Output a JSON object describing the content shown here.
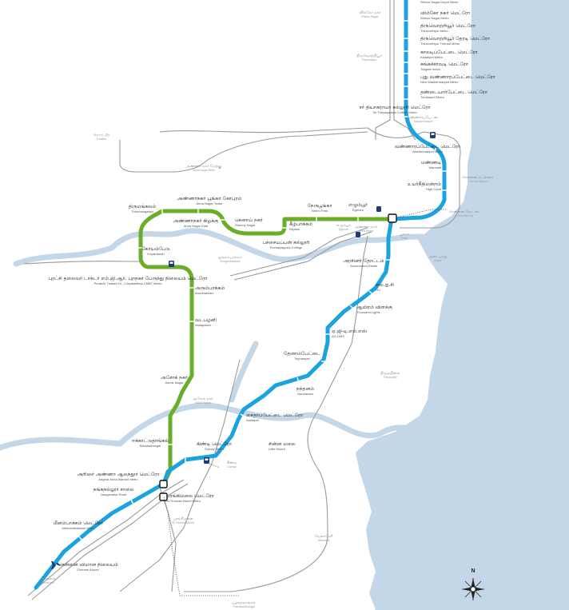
{
  "colors": {
    "sea": "#c3d7e8",
    "river": "#c3d7e8",
    "blue_line": "#1aa3dc",
    "green_line": "#6aad2a",
    "rail": "#9a9a9a",
    "stop_tick": "#ffffff",
    "text": "#222222"
  },
  "stations": [
    {
      "id": "wimco",
      "ta": "",
      "en": "Wimco Nagar Depot Metro"
    },
    {
      "id": "wimconagar",
      "ta": "விம்கோ நகர் மெட்ரோ",
      "en": "Wimco Nagar Metro"
    },
    {
      "id": "thiruvottiyur",
      "ta": "திருவொற்றியூர் மெட்ரோ",
      "en": "Thiruvottriyur Metro"
    },
    {
      "id": "theradi",
      "ta": "திருவொற்றியூர் தேரடி மெட்ரோ",
      "en": "Thiruvottriyur Theradi Metro"
    },
    {
      "id": "kaladipet",
      "ta": "காலடிப்பேட்டை மெட்ரோ",
      "en": "Kaladipet Metro"
    },
    {
      "id": "tollgate",
      "ta": "சுங்கச்சாவடி மெட்ரோ",
      "en": "Tollgate metro"
    },
    {
      "id": "washermanpet_new",
      "ta": "புது வண்ணாரப்பேட்டை மெட்ரோ",
      "en": "New Washermanpet Metro"
    },
    {
      "id": "tondiarpet",
      "ta": "தண்டையார்பேட்டை மெட்ரோ",
      "en": "Tondiarpet Metro"
    },
    {
      "id": "theyagaraya",
      "ta": "சர் தியாகராயா கல்லூரி மெட்ரோ",
      "en": "Sir Theyagaraya College Metro"
    },
    {
      "id": "washermanpet",
      "ta": "வண்ணாரப்பேட்டை மெட்ரோ",
      "en": "Washermanpet Metro"
    },
    {
      "id": "mannadi",
      "ta": "மண்ணடி",
      "en": "Mannadi"
    },
    {
      "id": "highcourt",
      "ta": "உயர்நீதிமன்றம்",
      "en": "High Court"
    },
    {
      "id": "egmore",
      "ta": "எழும்பூர்",
      "en": "Egmore"
    },
    {
      "id": "nehrupark",
      "ta": "நேருபூங்கா",
      "en": "Nehru Park"
    },
    {
      "id": "kilpauk",
      "ta": "கீழ்பாக்கம்",
      "en": "Kilpauk"
    },
    {
      "id": "pachaiyappas",
      "ta": "பச்சையப்பன் கல்லூரி",
      "en": "Pachaiyappa's College"
    },
    {
      "id": "shenoy",
      "ta": "செனாய் நகர்",
      "en": "Shenoy Nagar"
    },
    {
      "id": "annanagareast",
      "ta": "அண்ணாநகர் கிழக்கு",
      "en": "Anna Nagar East"
    },
    {
      "id": "annanagartower",
      "ta": "அண்ணாநகர் பூங்கா கோபுரம்",
      "en": "Anna Nagar Tower"
    },
    {
      "id": "thirumangalam",
      "ta": "திருமங்கலம்",
      "en": "Thirumangalam"
    },
    {
      "id": "koyambedu",
      "ta": "கோயம்பேடு",
      "en": "Koyambedu"
    },
    {
      "id": "cmbt",
      "ta": "புரட்சி தலைவர் டாக்டர் எம்.ஜி.ஆர். புறநகர் பேருந்து நிலையம் மெட்ரோ",
      "en": "Puratchi Thalaivi Dr. J.Jayalalithaa CMBT Metro"
    },
    {
      "id": "arumbakkam",
      "ta": "அரும்பாக்கம்",
      "en": "Arumbakkam"
    },
    {
      "id": "vadapalani",
      "ta": "வடபழனி",
      "en": "Vadapalani"
    },
    {
      "id": "ashoknagar",
      "ta": "அசோக் நகர்",
      "en": "Ashok Nagar"
    },
    {
      "id": "ekkattuthangal",
      "ta": "ஈக்காட்டுதாங்கல்",
      "en": "Ekkattuthangal"
    },
    {
      "id": "arignar",
      "ta": "அறிஞர் அண்ணா ஆலந்தூர் மெட்ரோ",
      "en": "Arignar Anna Alandur Metro"
    },
    {
      "id": "stmount",
      "ta": "பரங்கிமலை மெட்ரோ",
      "en": "St.Thomas Mount Metro"
    },
    {
      "id": "nanganallur",
      "ta": "நங்கநல்லூர் சாலை",
      "en": "Nanganallur Road"
    },
    {
      "id": "meenambakkam",
      "ta": "மீனம்பாக்கம் மெட்ரோ",
      "en": "Meenambakkam Metro"
    },
    {
      "id": "airport",
      "ta": "சென்னை விமான நிலையம்",
      "en": "Chennai Airport"
    },
    {
      "id": "governmentestate",
      "ta": "அரசினர் தோட்டம்",
      "en": "Government Estate"
    },
    {
      "id": "lic",
      "ta": "எல்.ஐ.சி",
      "en": "LIC"
    },
    {
      "id": "thousandlights",
      "ta": "ஆயிரம் விளக்கு",
      "en": "Thousand Lights"
    },
    {
      "id": "ag_dms",
      "ta": "ஏ.ஜி-டி.எம்.எஸ்",
      "en": "AG-DMS"
    },
    {
      "id": "teynampet",
      "ta": "தேனாம்பேட்டை",
      "en": "Teynampet"
    },
    {
      "id": "nandanam",
      "ta": "நந்தனம்",
      "en": "Nandanam"
    },
    {
      "id": "saidapet",
      "ta": "சைதாப்பேட்டை மெட்ரோ",
      "en": "Saidapet"
    },
    {
      "id": "littlemount",
      "ta": "சின்ன மலை",
      "en": "Little Mount"
    },
    {
      "id": "guindy",
      "ta": "கிண்டி மெட்ரோ",
      "en": "Guindy Metro"
    }
  ],
  "grey_labels": [
    {
      "ta": "விம்கோ நகர்",
      "en": "Wimco Nagar"
    },
    {
      "ta": "திருவொற்றியூர்",
      "en": "Thiruvottiyur"
    },
    {
      "ta": "கொரட்டூர்",
      "en": "Korattur"
    },
    {
      "ta": "அண்ணா நகர் மேற்கு",
      "en": "Anna Nagar West"
    },
    {
      "ta": "வண்ணாரப்பேட்டை",
      "en": "Washermanpet"
    },
    {
      "ta": "சென்னை கடற்கரை",
      "en": "Chennai Beach"
    },
    {
      "ta": "சென்னை கோட்டை",
      "en": "Chennai Fort"
    },
    {
      "ta": "பூங்கா",
      "en": "Park"
    },
    {
      "ta": "நுங்கம்பாக்கம்",
      "en": "Nungambakkam"
    },
    {
      "ta": "திருமயிலை",
      "en": "Thirumailai"
    },
    {
      "ta": "அசோக் நகர்",
      "en": "Ashok Nagar"
    },
    {
      "ta": "கிண்டி",
      "en": "Guindy"
    },
    {
      "ta": "பரங்கிமலை",
      "en": "St Thomas Mount"
    },
    {
      "ta": "வேளச்சேரி",
      "en": "Velachery"
    },
    {
      "ta": "பழவந்தாங்கல்",
      "en": "Pazhavanthangal"
    },
    {
      "ta": "திரிசூலம்",
      "en": "Tirusulam"
    },
    {
      "ta": "அடையாறு",
      "en": "Adyar"
    },
    {
      "ta": "எழும்பூர்",
      "en": "Egmore"
    },
    {
      "ta": "அண்ணா நகர்",
      "en": "Anna Nagar"
    }
  ],
  "north_label": "N"
}
